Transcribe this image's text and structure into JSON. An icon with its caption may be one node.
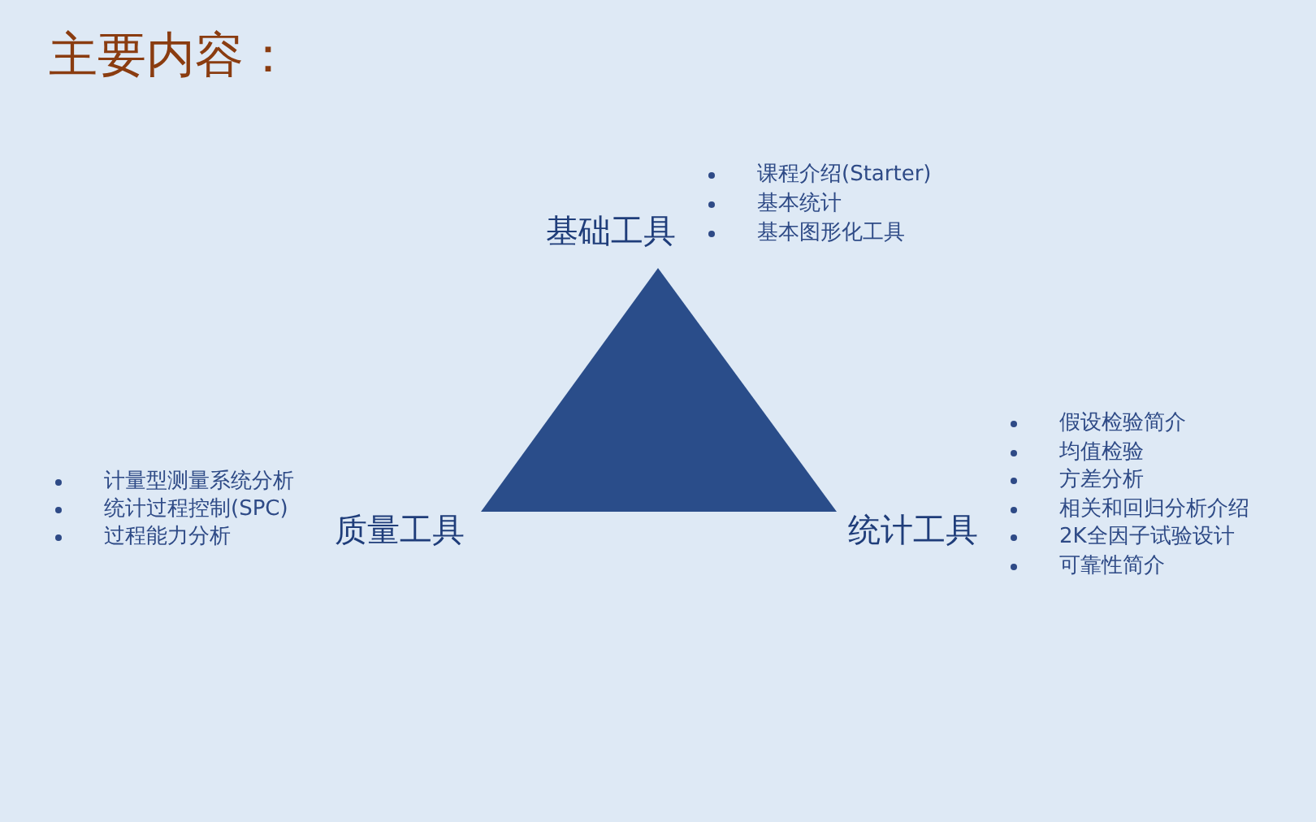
{
  "diagram": {
    "title": "主要内容：",
    "nodes": [
      {
        "text": [],
        "shape": "triangle"
      }
    ],
    "labels": [
      "课程介绍(Starter)",
      "基本统计",
      "基本图形化工具",
      "基础工具",
      "假设检验简介",
      "均值检验",
      "方差分析",
      "相关和回归分析介绍",
      "2K全因子试验设计",
      "可靠性简介",
      "计量型测量系统分析",
      "统计过程控制(SPC)",
      "过程能力分析",
      "质量工具",
      "统计工具"
    ]
  }
}
